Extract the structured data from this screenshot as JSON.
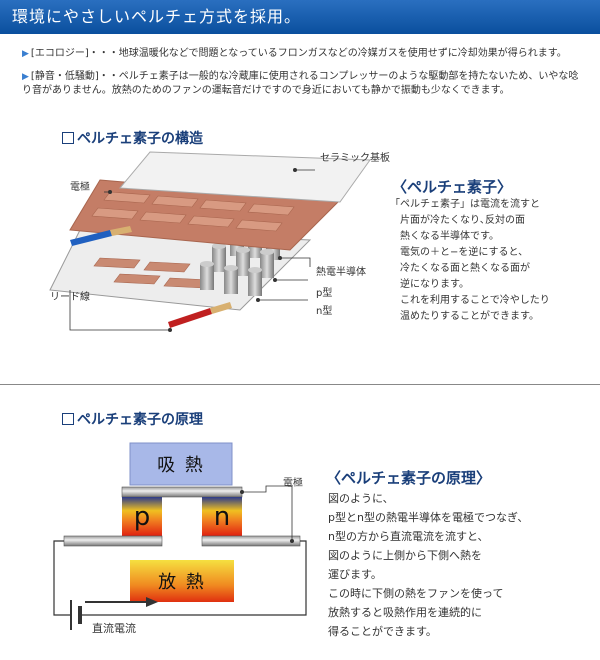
{
  "header": {
    "title": "環境にやさしいペルチェ方式を採用。"
  },
  "bullets": [
    {
      "text": "[エコロジー]・・・地球温暖化などで問題となっているフロンガスなどの冷媒ガスを使用せずに冷却効果が得られます。"
    },
    {
      "text": "[静音・低騒動]・・ペルチェ素子は一般的な冷蔵庫に使用されるコンプレッサーのような駆動部を持たないため、いやな唸り音がありません。放熱のためのファンの運転音だけですので身近においても静かで振動も少なくできます。"
    }
  ],
  "structure": {
    "section_title": "ペルチェ素子の構造",
    "labels": {
      "ceramic": "セラミック基板",
      "electrode": "電極",
      "semiconductor": "熱電半導体",
      "p_type": "p型",
      "n_type": "n型",
      "lead": "リード線"
    },
    "side_title": "〈ペルチェ素子〉",
    "side_lines": [
      "「ペルチェ素子」は電流を流すと",
      "片面が冷たくなり､反対の面",
      "熱くなる半導体です。",
      "電気の＋と−を逆にすると、",
      "冷たくなる面と熱くなる面が",
      "逆になります。",
      "これを利用することで冷やしたり",
      "温めたりすることができます。"
    ]
  },
  "principle": {
    "section_title": "ペルチェ素子の原理",
    "absorb": "吸 熱",
    "release": "放 熱",
    "p": "p",
    "n": "n",
    "electrode": "電極",
    "current": "直流電流",
    "side_title": "〈ペルチェ素子の原理〉",
    "side_lines": [
      "図のように、",
      "p型とn型の熱電半導体を電極でつなぎ、",
      "n型の方から直流電流を流すと、",
      "図のように上側から下側へ熱を",
      "運びます。",
      "この時に下側の熱をファンを使って",
      "放熱すると吸熱作用を連続的に",
      "得ることができます。"
    ]
  }
}
